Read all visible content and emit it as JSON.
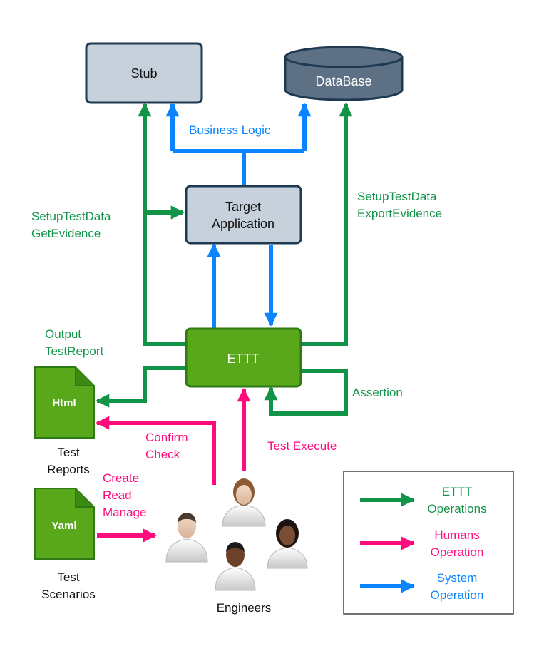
{
  "colors": {
    "green": "#119448",
    "pink": "#ff0b7d",
    "blue": "#0a84ff",
    "box_gray": "#c6d1db",
    "box_border": "#1e3a52",
    "db_fill": "#5e7083",
    "ettt_fill": "#59a81c",
    "ettt_border": "#2e7a16",
    "text_dark": "#111111"
  },
  "nodes": {
    "stub": "Stub",
    "database": "DataBase",
    "target_line1": "Target",
    "target_line2": "Application",
    "ettt": "ETTT",
    "html_doc": "Html",
    "yaml_doc": "Yaml",
    "reports_line1": "Test",
    "reports_line2": "Reports",
    "scenarios_line1": "Test",
    "scenarios_line2": "Scenarios",
    "engineers": "Engineers"
  },
  "edge_labels": {
    "business_logic": "Business Logic",
    "setup_get_line1": "SetupTestData",
    "setup_get_line2": "GetEvidence",
    "setup_export_line1": "SetupTestData",
    "setup_export_line2": "ExportEvidence",
    "output_line1": "Output",
    "output_line2": "TestReport",
    "assertion": "Assertion",
    "confirm_line1": "Confirm",
    "confirm_line2": "Check",
    "test_execute": "Test Execute",
    "create_line1": "Create",
    "create_line2": "Read",
    "create_line3": "Manage"
  },
  "legend": {
    "ettt_line1": "ETTT",
    "ettt_line2": "Operations",
    "humans_line1": "Humans",
    "humans_line2": "Operation",
    "system_line1": "System",
    "system_line2": "Operation"
  },
  "icons": {
    "document": "document-icon",
    "engineer": "person-icon"
  }
}
